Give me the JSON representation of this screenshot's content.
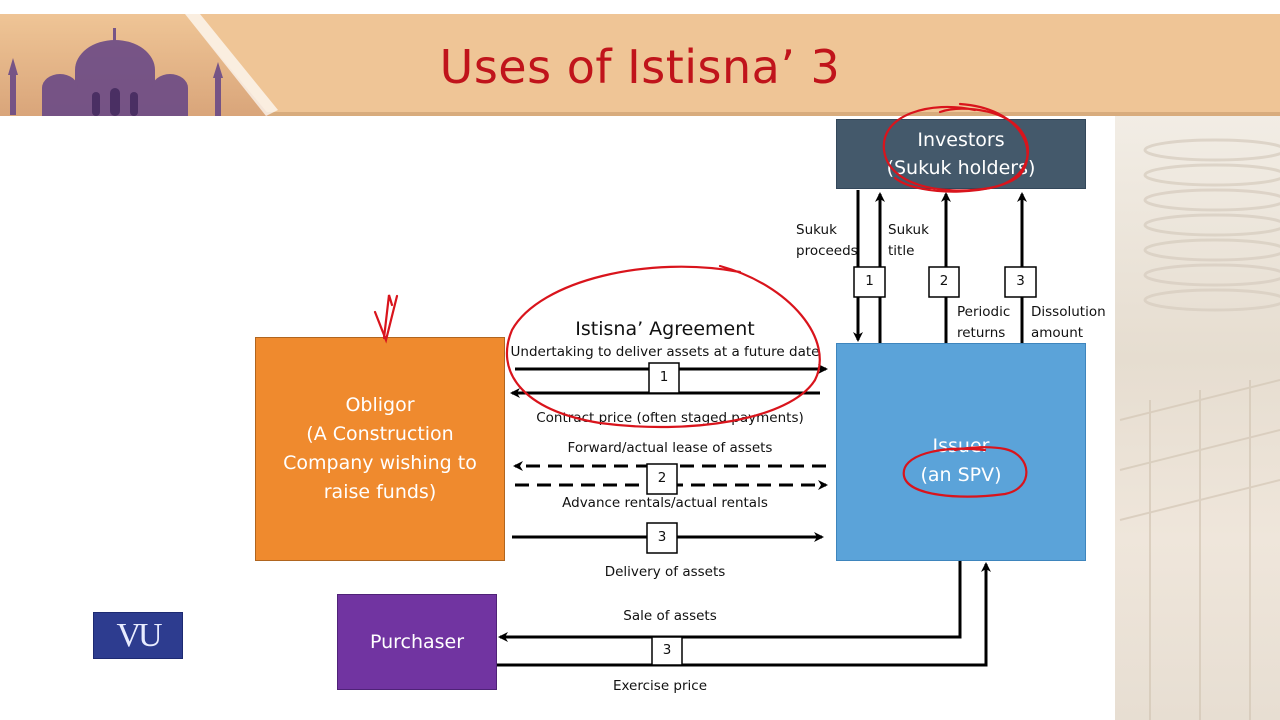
{
  "slide": {
    "title": "Uses of Istisna’ 3"
  },
  "logo": {
    "text": "VU"
  },
  "entities": {
    "investors": "Investors\n(Sukuk holders)",
    "obligor": "Obligor\n(A Construction\nCompany wishing to\nraise funds)",
    "issuer": "Issuer\n(an SPV)",
    "purchaser": "Purchaser"
  },
  "flows": {
    "agreement_title": "Istisna’ Agreement",
    "undertaking": "Undertaking to deliver assets at a future date",
    "contract_price": "Contract price (often staged payments)",
    "forward_lease": "Forward/actual lease of assets",
    "advance_rentals": "Advance rentals/actual rentals",
    "delivery": "Delivery of assets",
    "sale": "Sale of assets",
    "exercise": "Exercise price",
    "sukuk_proceeds": "Sukuk\nproceeds",
    "sukuk_title": "Sukuk\ntitle",
    "periodic_returns": "Periodic\nreturns",
    "dissolution": "Dissolution\namount"
  },
  "step_markers": {
    "agreement": "1",
    "lease": "2",
    "delivery": "3",
    "sale": "3",
    "sukuk": "1",
    "periodic": "2",
    "dissolution": "3"
  },
  "colors": {
    "title": "#c0141b",
    "header_band": "#efc596",
    "investors": "#44596b",
    "obligor": "#ef8a2e",
    "issuer": "#5ba3d9",
    "purchaser": "#7134a1",
    "annotation": "#d9141c"
  }
}
